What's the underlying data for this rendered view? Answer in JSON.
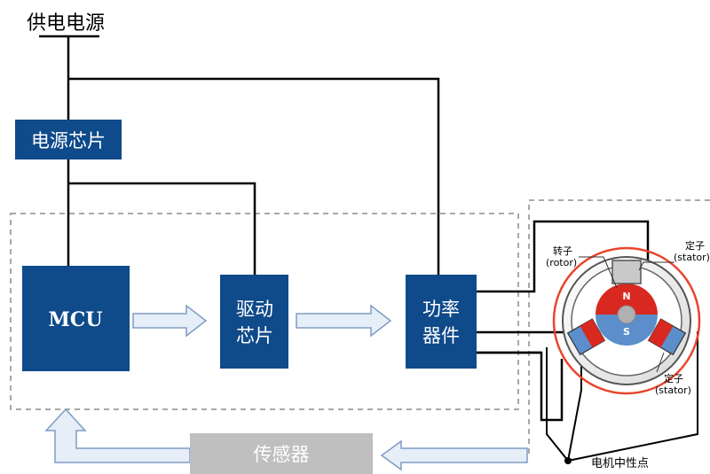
{
  "power_supply": "供电电源",
  "power_chip": "电源芯片",
  "mcu": "MCU",
  "driver_chip": [
    "驱动",
    "芯片"
  ],
  "power_device": [
    "功率",
    "器件"
  ],
  "sensor": "传感器",
  "motor": {
    "rotor": [
      "转子",
      "(rotor)"
    ],
    "stator_top": [
      "定子",
      "(stator)"
    ],
    "stator_bottom": [
      "定子",
      "(stator)"
    ],
    "pole_n": "N",
    "pole_s": "S",
    "neutral_point": "电机中性点"
  },
  "colors": {
    "block_blue": "#0f4a8a",
    "sensor_gray": "#bfbfbf",
    "arrow_fill": "#e6eef8",
    "arrow_stroke": "#7f9cc4",
    "ring_red": "#e8452c",
    "magnet_red": "#d9281f",
    "magnet_blue": "#5b8ecb",
    "dash_gray": "#8c8c8c"
  }
}
